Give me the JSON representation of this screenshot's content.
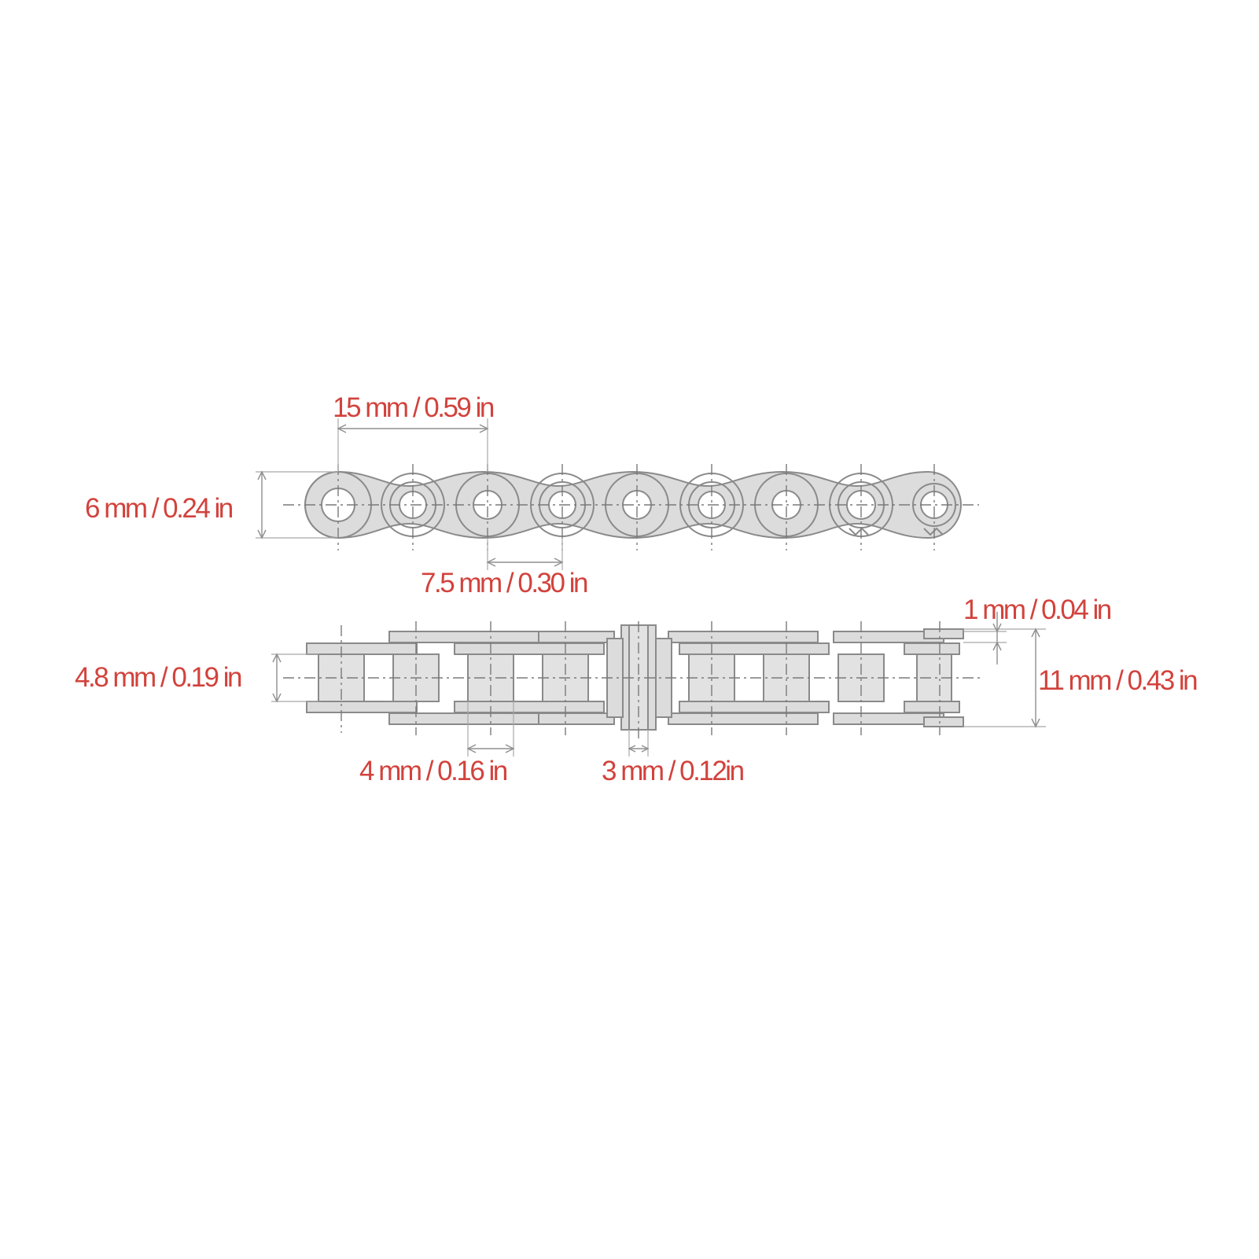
{
  "colors": {
    "label": "#d2423c",
    "part_fill": "#dcdcdc",
    "part_stroke": "#8a8a8a",
    "dimension_line": "#8f8f8f"
  },
  "dimensions": {
    "pitch": "15 mm / 0.59 in",
    "plate_height": "6 mm / 0.24 in",
    "half_pitch": "7.5 mm / 0.30 in",
    "plate_thickness": "1 mm / 0.04 in",
    "inner_width": "4.8 mm / 0.19 in",
    "overall_width": "11 mm / 0.43 in",
    "roller_diameter": "4 mm / 0.16 in",
    "pin_diameter": "3 mm / 0.12in"
  }
}
